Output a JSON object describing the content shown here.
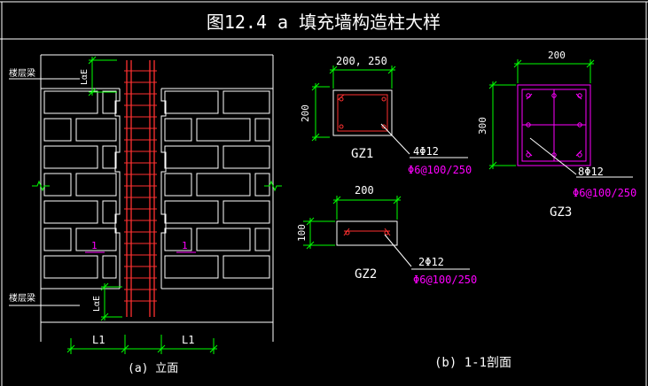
{
  "title": "图12.4 a  填充墙构造柱大样",
  "elevation": {
    "beam_label_top": "楼层梁",
    "beam_label_bottom": "楼层梁",
    "lae_label": "LαE",
    "section_mark": "1",
    "l1_label": "L1",
    "caption": "(a) 立面"
  },
  "sections": {
    "caption": "(b) 1-1剖面",
    "gz1": {
      "name": "GZ1",
      "width_dim": "200, 250",
      "height_dim": "200",
      "main_bars": "4Φ12",
      "stirrups": "Φ6@100/250"
    },
    "gz2": {
      "name": "GZ2",
      "width_dim": "200",
      "height_dim": "100",
      "main_bars": "2Φ12",
      "stirrups": "Φ6@100/250"
    },
    "gz3": {
      "name": "GZ3",
      "width_dim": "200",
      "height_dim": "300",
      "main_bars": "8Φ12",
      "stirrups": "Φ6@100/250"
    }
  },
  "colors": {
    "background": "#000000",
    "outline": "#ffffff",
    "dimension": "#00ff00",
    "rebar": "#ff3030",
    "stirrup_label": "#ff00ff",
    "gz3_outline": "#ff00ff"
  }
}
